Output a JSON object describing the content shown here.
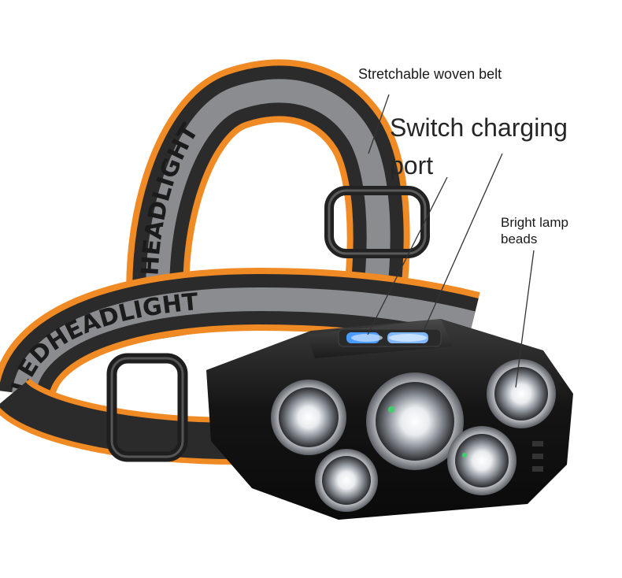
{
  "annotations": {
    "belt": "Stretchable woven belt",
    "switch_port": "Switch charging\nport",
    "lamp_beads": "Bright lamp\nbeads"
  },
  "strap_text": "LEDHEADLIGHT",
  "colors": {
    "strap_orange": "#f08a24",
    "strap_gray": "#8a8c90",
    "strap_dark": "#2b2b2b",
    "housing": "#161616",
    "indicator_blue": "#4a9bff"
  },
  "icons": [
    "led-lens-icon",
    "buckle-icon"
  ]
}
